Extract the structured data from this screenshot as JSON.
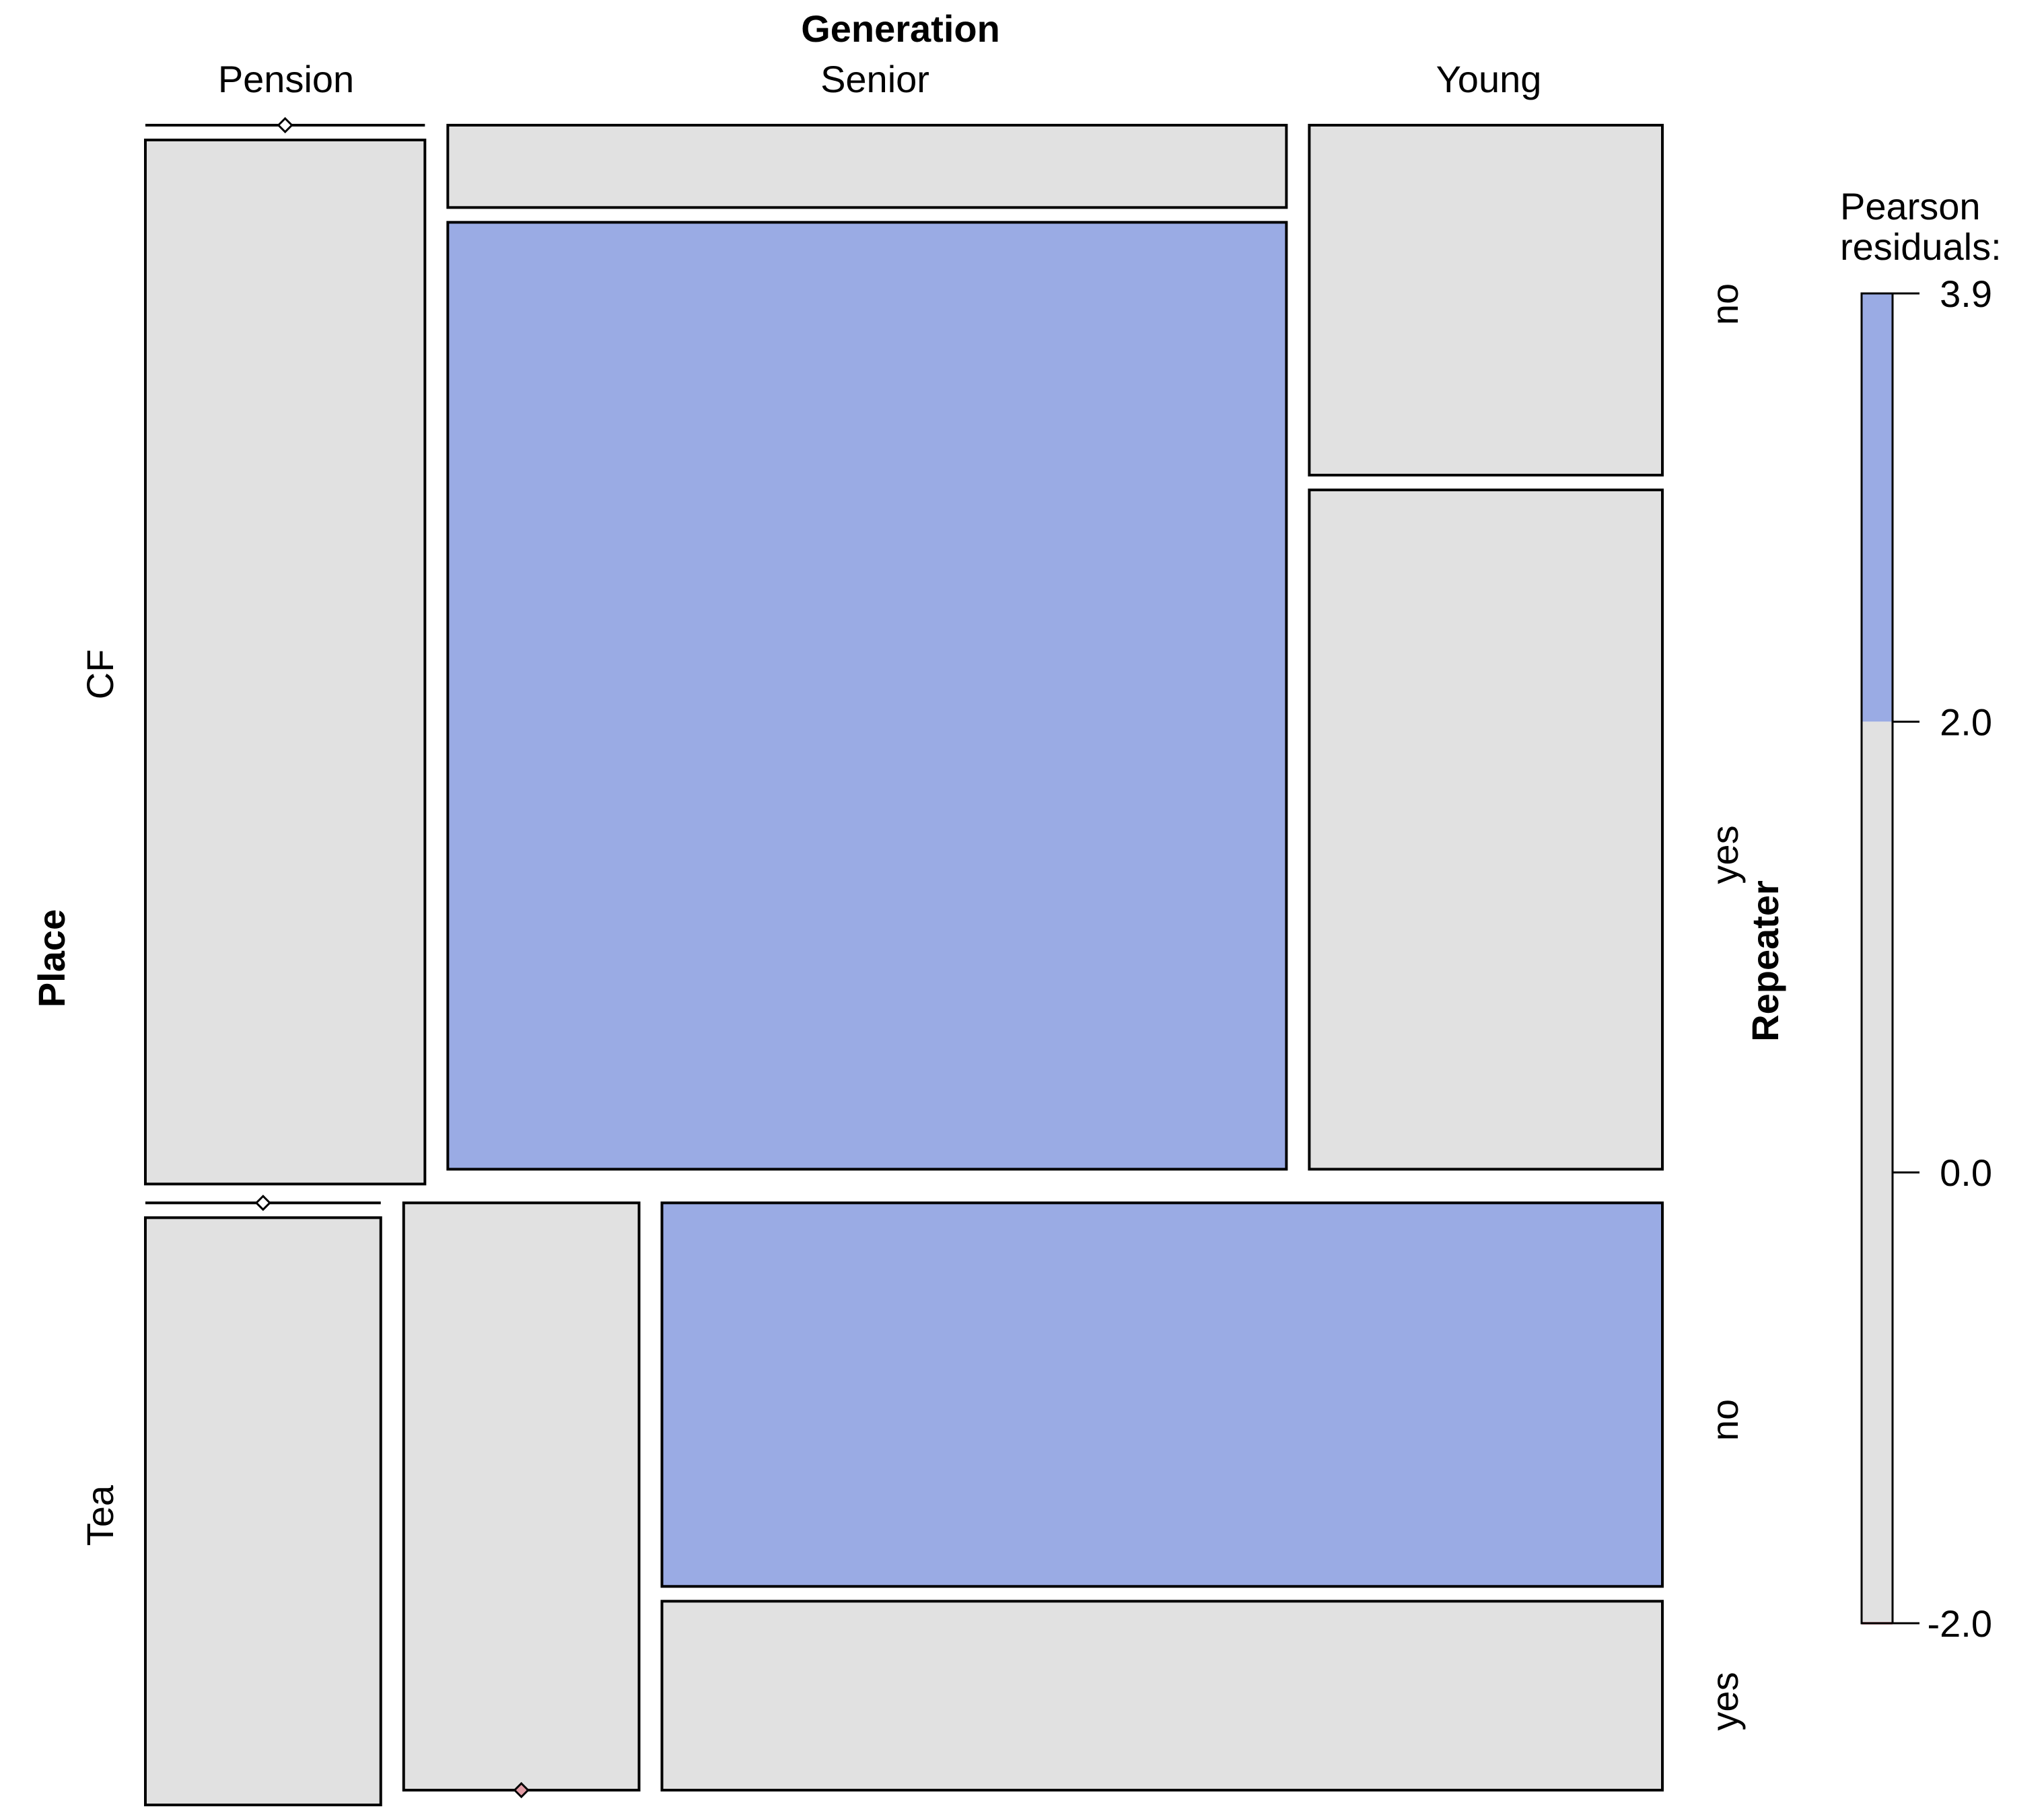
{
  "chart_data": {
    "type": "mosaic",
    "title": "Generation",
    "row_variable": "Place",
    "column_variable": "Generation",
    "split_variable": "Repeater",
    "legend_title": [
      "Pearson",
      "residuals:"
    ],
    "place_levels": [
      "CF",
      "Tea"
    ],
    "generation_levels": [
      "Pension",
      "Senior",
      "Young"
    ],
    "repeater_levels": [
      "no",
      "yes"
    ],
    "place_shares": [
      0.64,
      0.36
    ],
    "generation_shares": {
      "CF": [
        0.19,
        0.57,
        0.24
      ],
      "Tea": [
        0.16,
        0.16,
        0.68
      ]
    },
    "repeater_shares": {
      "CF": [
        [
          0.0,
          1.0
        ],
        [
          0.08,
          0.92
        ],
        [
          0.34,
          0.66
        ]
      ],
      "Tea": [
        [
          0.0,
          1.0
        ],
        [
          1.0,
          0.0
        ],
        [
          0.67,
          0.33
        ]
      ]
    },
    "residual_level": {
      "CF": [
        [
          "none",
          "none"
        ],
        [
          "none",
          "blue"
        ],
        [
          "none",
          "none"
        ]
      ],
      "Tea": [
        [
          "none",
          "none"
        ],
        [
          "none",
          "red"
        ],
        [
          "blue",
          "none"
        ]
      ]
    },
    "legend_scale": {
      "min": -2.0,
      "max": 3.9,
      "breaks": [
        2.0
      ],
      "ticks": [
        "3.9",
        "2.0",
        "0.0",
        "-2.0"
      ],
      "tick_values": [
        3.9,
        2.0,
        0.0,
        -2.0
      ]
    },
    "colors": {
      "neutral": "#e1e1e1",
      "positive": "#9aabe4",
      "negative": "#e29ca5",
      "border": "#000000"
    }
  }
}
